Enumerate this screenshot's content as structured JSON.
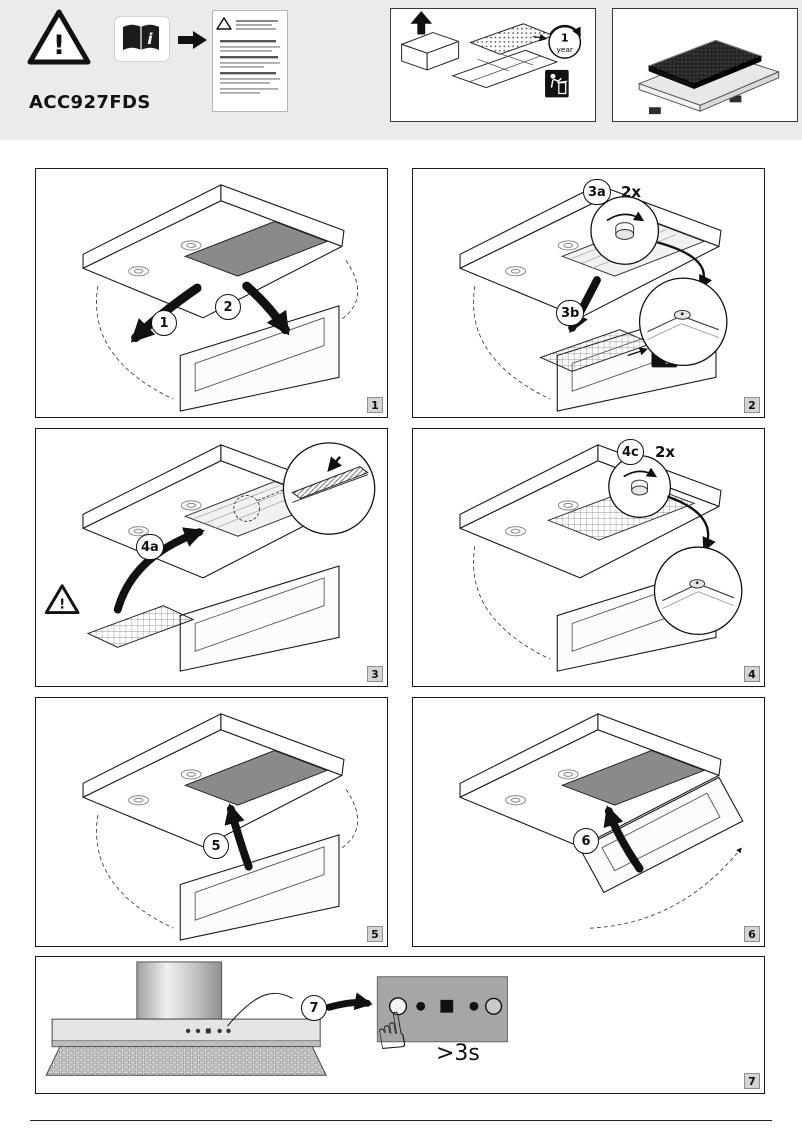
{
  "header": {
    "model": "ACC927FDS",
    "warranty_number": "1",
    "warranty_unit": "year"
  },
  "panels": {
    "p1": {
      "badge": "1",
      "s1": "1",
      "s2": "2"
    },
    "p2": {
      "badge": "2",
      "s3a": "3a",
      "qty": "2x",
      "s3b": "3b"
    },
    "p3": {
      "badge": "3",
      "s4a": "4a"
    },
    "p4": {
      "badge": "4",
      "s4c": "4c",
      "qty": "2x"
    },
    "p5": {
      "badge": "5",
      "s5": "5"
    },
    "p6": {
      "badge": "6",
      "s6": "6"
    },
    "p7": {
      "badge": "7",
      "s7": "7",
      "hold_time": ">3s"
    }
  },
  "icons": {
    "warning_mark": "!",
    "manual_info": "i",
    "press_hand": "☝"
  },
  "colors": {
    "header_bg": "#ebebeb",
    "line": "#1a1a1a",
    "panel_dark_gray": "#8a8a8a",
    "control_panel_gray": "#a6a6a6"
  }
}
